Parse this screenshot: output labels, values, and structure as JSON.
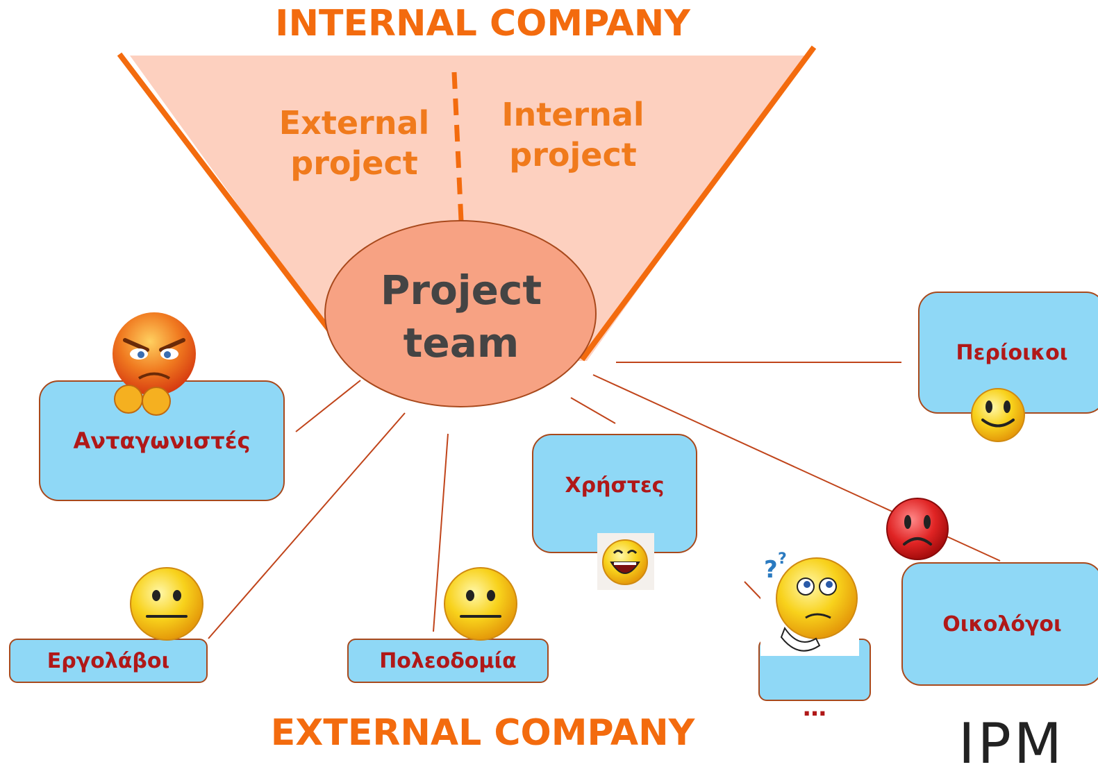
{
  "titles": {
    "top": "INTERNAL COMPANY",
    "bottom": "EXTERNAL COMPANY"
  },
  "funnel": {
    "left_section": "External project",
    "right_section": "Internal project",
    "center": "Project team"
  },
  "stakeholders": {
    "competitors": {
      "label": "Ανταγωνιστές",
      "mood": "angry-face-icon"
    },
    "neighbors": {
      "label": "Περίοικοι",
      "mood": "smiling-face-icon"
    },
    "users": {
      "label": "Χρήστες",
      "mood": "laughing-face-icon"
    },
    "ecologists": {
      "label": "Οικολόγοι",
      "mood": "frowning-face-icon"
    },
    "contractors": {
      "label": "Εργολάβοι",
      "mood": "neutral-face-icon"
    },
    "planning": {
      "label": "Πολεοδομία",
      "mood": "neutral-face-icon"
    },
    "more": {
      "label": "…",
      "mood": "thinking-face-icon"
    }
  },
  "brand": {
    "text": "IPM"
  },
  "colors": {
    "title": "#f36b0e",
    "funnel_fill": "#fdd0bf",
    "ellipse_fill": "#f7a283",
    "box_fill": "#8fd8f6",
    "box_text": "#b01818",
    "connector": "#c0441a"
  }
}
